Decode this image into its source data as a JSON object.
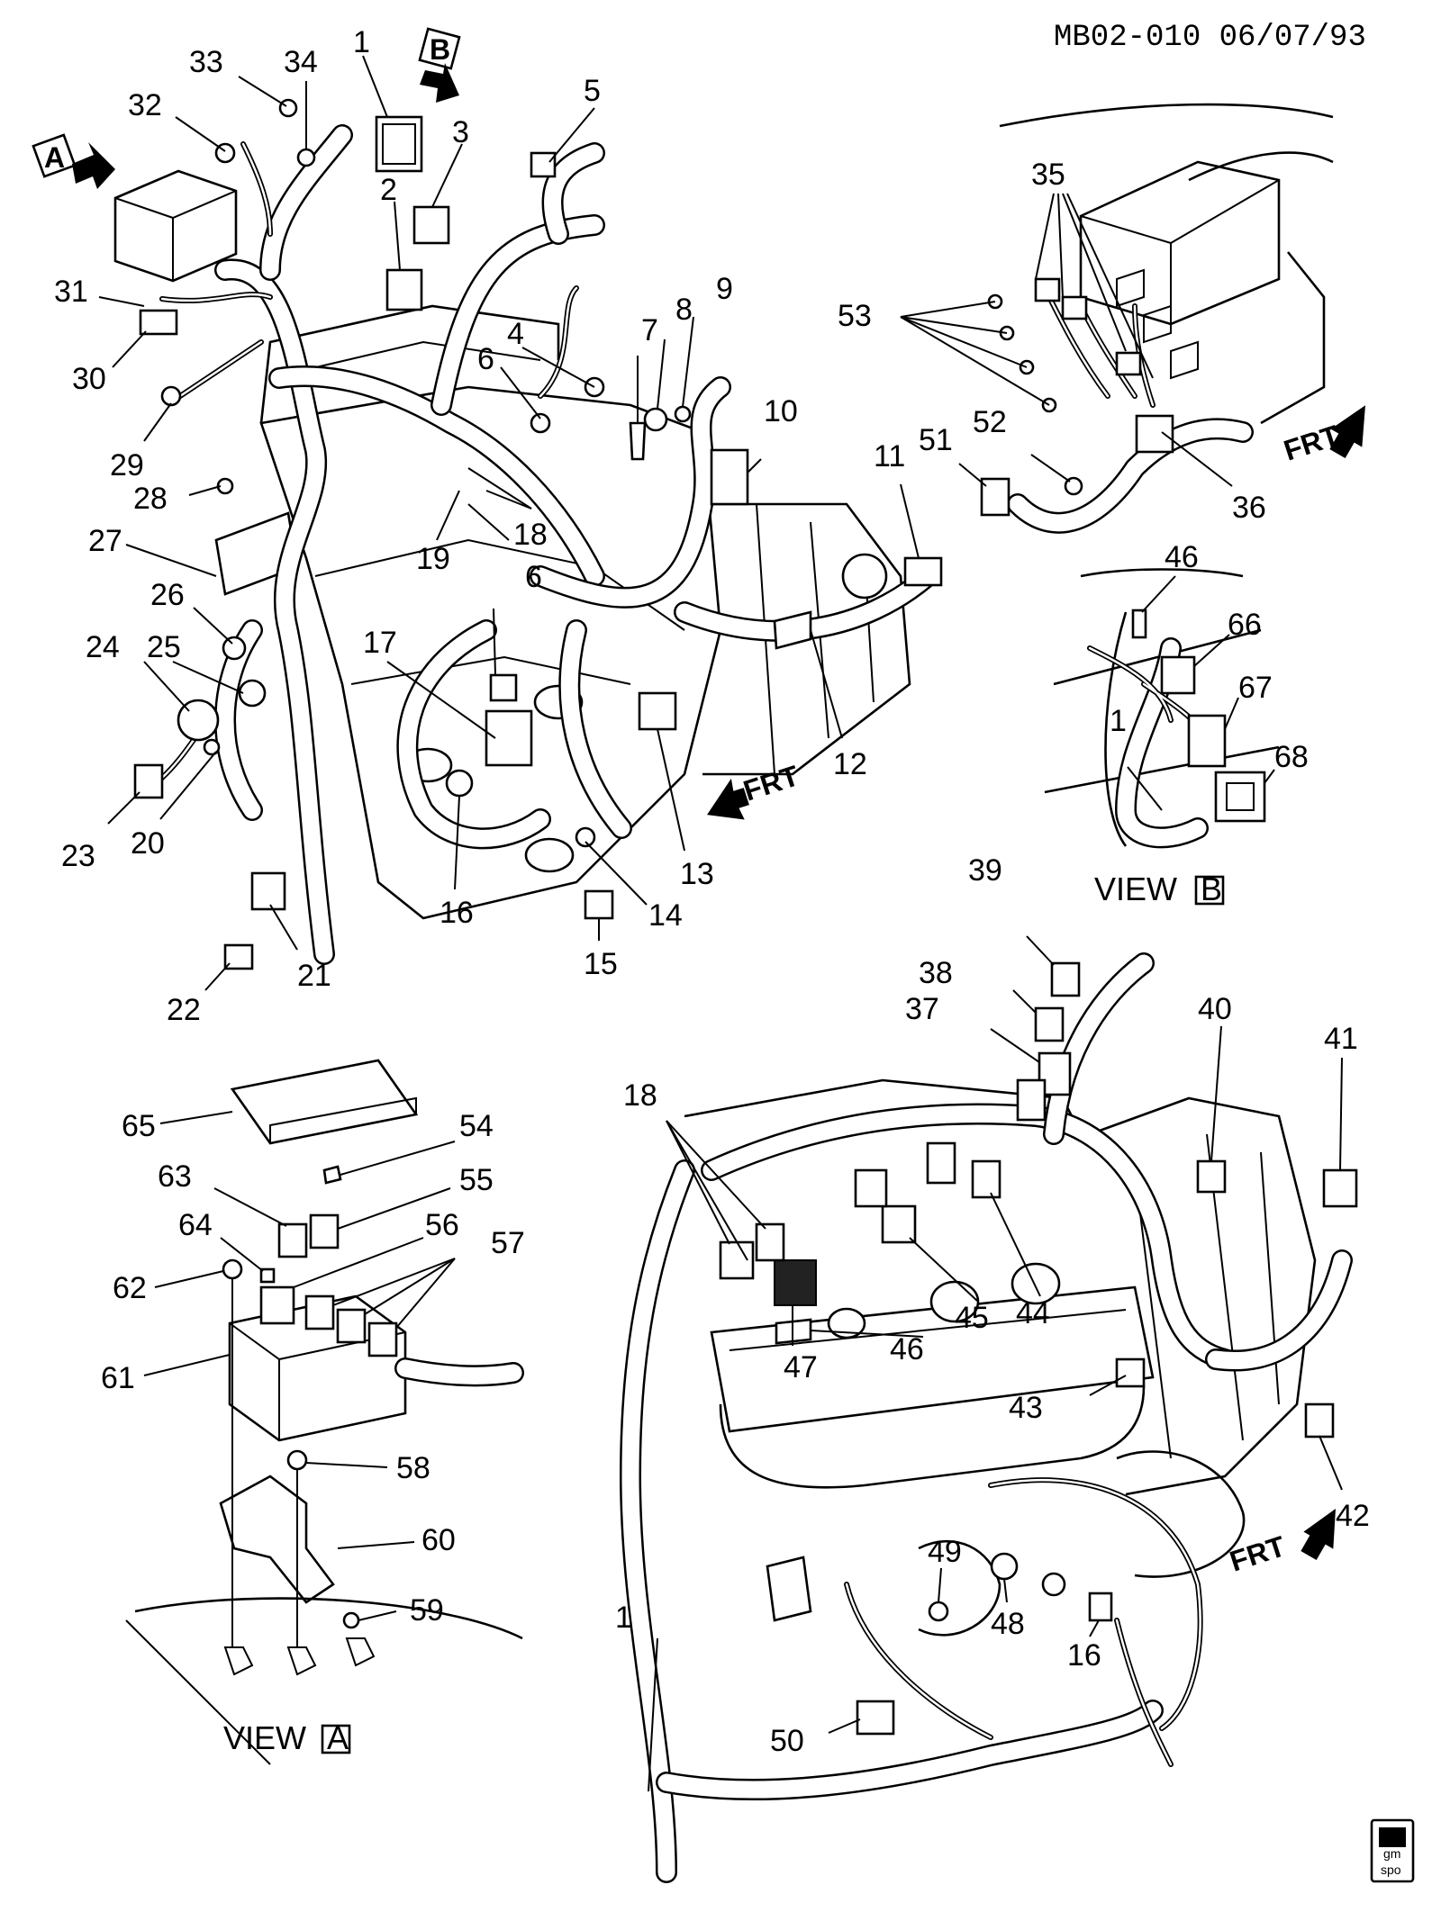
{
  "header": {
    "code": "MB02-010 06/07/93"
  },
  "views": {
    "view_a": {
      "label": "VIEW",
      "letter": "A"
    },
    "view_b": {
      "label": "VIEW",
      "letter": "B"
    },
    "arrow_a": "A",
    "arrow_b": "B"
  },
  "front_labels": [
    "FRT",
    "FRT",
    "FRT"
  ],
  "logo": {
    "line1": "gm",
    "line2": "spo"
  },
  "callouts": {
    "main": [
      "1",
      "2",
      "3",
      "4",
      "5",
      "6",
      "6",
      "7",
      "8",
      "9",
      "10",
      "11",
      "12",
      "13",
      "14",
      "15",
      "16",
      "17",
      "18",
      "19",
      "20",
      "21",
      "22",
      "23",
      "24",
      "25",
      "26",
      "27",
      "28",
      "29",
      "30",
      "31",
      "32",
      "33",
      "34"
    ],
    "upper_right": [
      "35",
      "36",
      "51",
      "52",
      "53"
    ],
    "view_b": [
      "1",
      "46",
      "66",
      "67",
      "68"
    ],
    "view_a": [
      "54",
      "55",
      "56",
      "57",
      "58",
      "59",
      "60",
      "61",
      "62",
      "63",
      "64",
      "65"
    ],
    "lower_right": [
      "1",
      "16",
      "18",
      "37",
      "38",
      "39",
      "40",
      "41",
      "42",
      "43",
      "44",
      "45",
      "46",
      "47",
      "48",
      "49",
      "50"
    ]
  }
}
